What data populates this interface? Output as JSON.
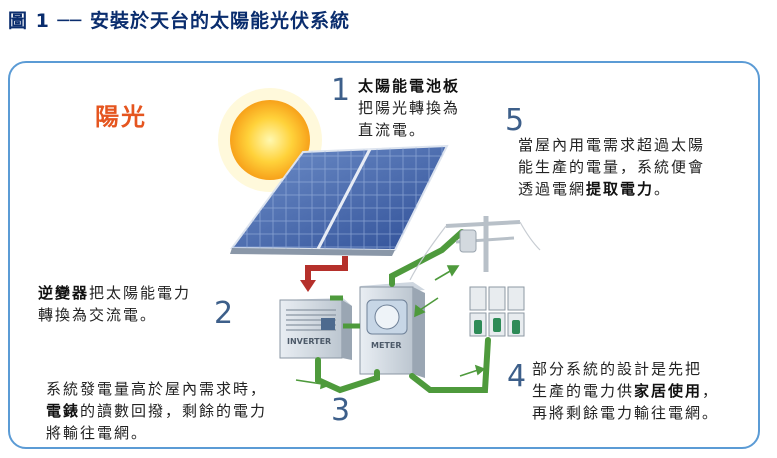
{
  "title": "圖 1 ── 安裝於天台的太陽能光伏系統",
  "sun_label": "陽光",
  "steps": [
    {
      "number": "1",
      "bold": "太陽能電池板",
      "line1_rest": "",
      "line2": "把陽光轉換為",
      "line3": "直流電。"
    },
    {
      "number": "2",
      "bold": "逆變器",
      "line1_rest": "把太陽能電力",
      "line2": "轉換為交流電。"
    },
    {
      "number": "3",
      "line1": "系統發電量高於屋內需求時，",
      "bold": "電錶",
      "line2_rest": "的讀數回撥，剩餘的電力",
      "line3": "將輸往電網。"
    },
    {
      "number": "4",
      "line1": "部分系統的設計是先把",
      "line2_pre": "生產的電力供",
      "bold": "家居使用",
      "line2_post": "，",
      "line3": "再將剩餘電力輸往電網。"
    },
    {
      "number": "5",
      "line1": "當屋內用電需求超過太陽",
      "line2": "能生產的電量，系統便會",
      "line3_pre": "透過電網",
      "bold": "提取電力",
      "line3_post": "。"
    }
  ],
  "device_labels": {
    "inverter": "INVERTER",
    "meter": "METER"
  },
  "colors": {
    "title": "#0a2d6e",
    "frame": "#5b9bd5",
    "sun_label": "#e5551f",
    "dc_arrow": "#b5302b",
    "ac_line": "#4e9a3c"
  }
}
